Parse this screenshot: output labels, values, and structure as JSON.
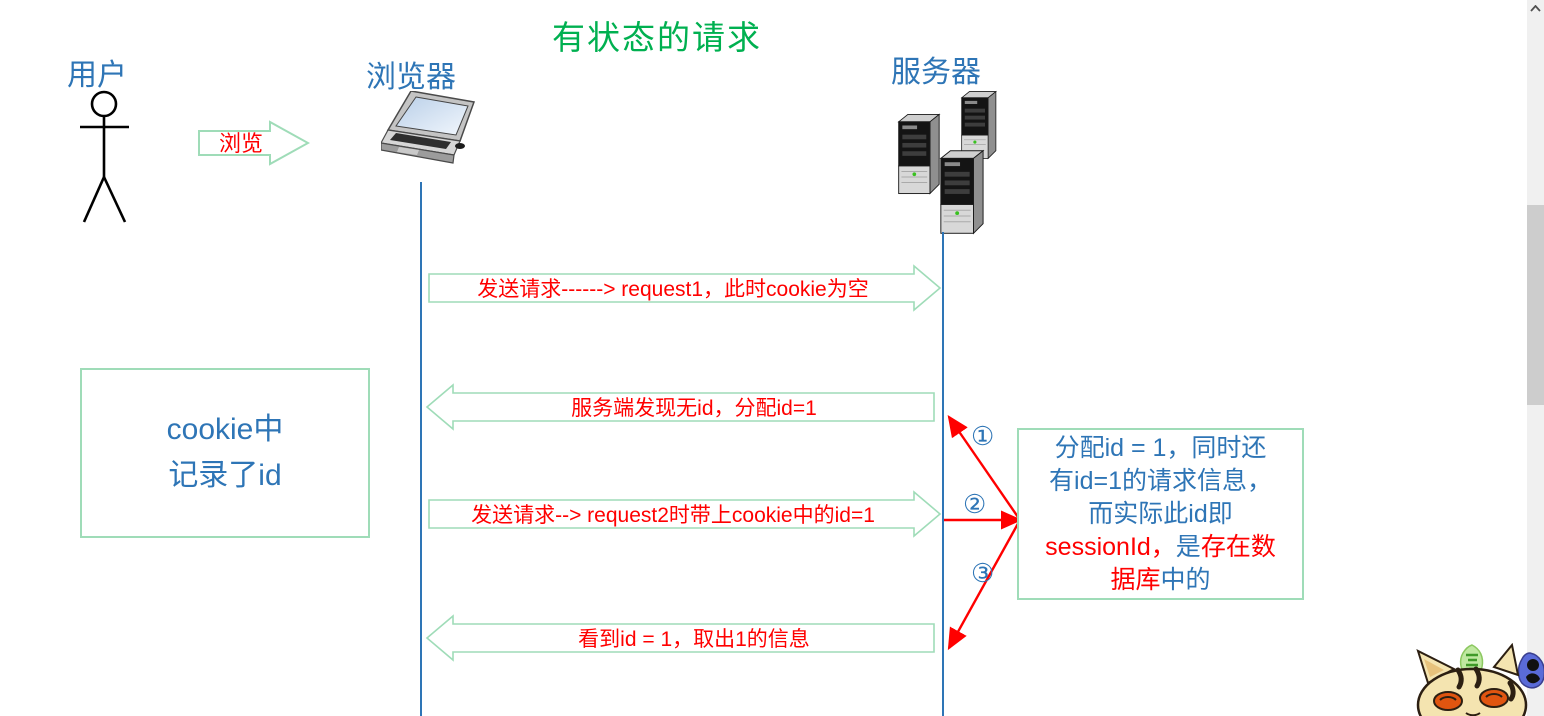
{
  "title": "有状态的请求",
  "actors": {
    "user": "用户",
    "browser": "浏览器",
    "server": "服务器"
  },
  "browse_arrow_label": "浏览",
  "messages": [
    {
      "text": "发送请求------> request1，此时cookie为空",
      "direction": "right"
    },
    {
      "text": "服务端发现无id，分配id=1",
      "direction": "left"
    },
    {
      "text": "发送请求--> request2时带上cookie中的id=1",
      "direction": "right"
    },
    {
      "text": "看到id = 1，取出1的信息",
      "direction": "left"
    }
  ],
  "cookie_note": {
    "lines": [
      "cookie中",
      "记录了id"
    ]
  },
  "session_note": {
    "lines": [
      [
        {
          "t": "分配id = 1，同时还",
          "c": "blue"
        }
      ],
      [
        {
          "t": "有id=1的请求信息，",
          "c": "blue"
        }
      ],
      [
        {
          "t": "而实际此id即",
          "c": "blue"
        }
      ],
      [
        {
          "t": "sessionId，",
          "c": "red"
        },
        {
          "t": "是",
          "c": "blue"
        },
        {
          "t": "存在数",
          "c": "red"
        }
      ],
      [
        {
          "t": "据库",
          "c": "red"
        },
        {
          "t": "中的",
          "c": "blue"
        }
      ]
    ]
  },
  "step_markers": [
    "①",
    "②",
    "③"
  ],
  "icons": [
    "user-stick-figure",
    "laptop-icon",
    "server-tower-icon",
    "cat-mascot-icon",
    "scroll-up-chevron-icon"
  ],
  "colors": {
    "title_green": "#00B050",
    "label_blue": "#2E75B6",
    "text_red": "#FF0000",
    "arrow_outline_green": "#9FDCB8",
    "lifeline_blue": "#2E75B6",
    "connector_red": "#FF0000"
  }
}
